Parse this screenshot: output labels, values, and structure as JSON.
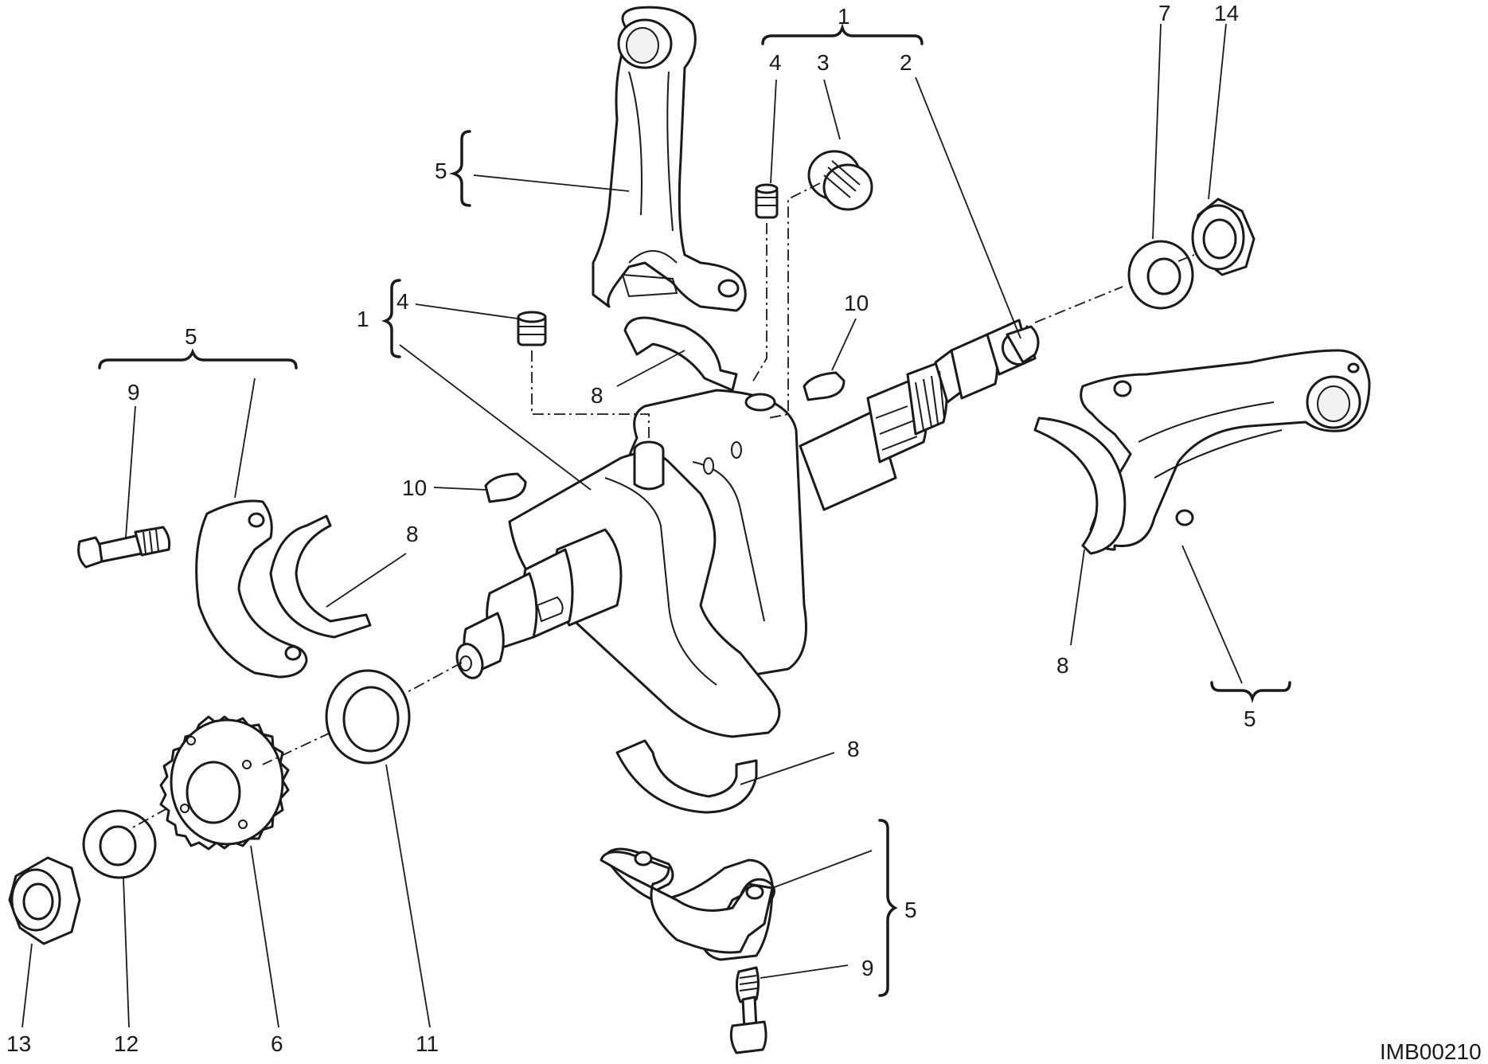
{
  "callouts": {
    "c1_top": "1",
    "c2": "2",
    "c3": "3",
    "c4_top": "4",
    "c5_rod_top": "5",
    "c1_left": "1",
    "c4_left": "4",
    "c10_top": "10",
    "c8_top": "8",
    "c5_left_cap": "5",
    "c9_left": "9",
    "c10_left": "10",
    "c8_left": "8",
    "c7": "7",
    "c14": "14",
    "c8_right": "8",
    "c5_right": "5",
    "c8_bottom": "8",
    "c5_bottom_cap": "5",
    "c9_bottom": "9",
    "c13": "13",
    "c12": "12",
    "c6": "6",
    "c11": "11"
  },
  "drawing_code": "IMB00210",
  "parts": [
    "crankshaft",
    "connecting-rod",
    "rod-cap",
    "main-bearing-shell",
    "rod-bolt",
    "plug",
    "grub-screw",
    "woodruff-key",
    "timing-gear",
    "spacer-washer",
    "washer",
    "nut",
    "flange-nut"
  ]
}
